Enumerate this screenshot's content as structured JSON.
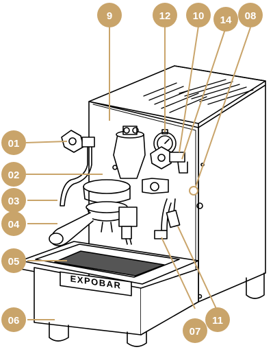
{
  "brand": {
    "logo_text": "EXPOBAR"
  },
  "callouts": [
    {
      "id": "01",
      "label": "01"
    },
    {
      "id": "02",
      "label": "02"
    },
    {
      "id": "03",
      "label": "03"
    },
    {
      "id": "04",
      "label": "04"
    },
    {
      "id": "05",
      "label": "05"
    },
    {
      "id": "06",
      "label": "06"
    },
    {
      "id": "07",
      "label": "07"
    },
    {
      "id": "08",
      "label": "08"
    },
    {
      "id": "09",
      "label": "9"
    },
    {
      "id": "10",
      "label": "10"
    },
    {
      "id": "11",
      "label": "11"
    },
    {
      "id": "12",
      "label": "12"
    },
    {
      "id": "14",
      "label": "14"
    }
  ],
  "colors": {
    "badge": "#C9A46A",
    "badge_text": "#ffffff",
    "line": "#000000",
    "leader": "#C9A46A"
  }
}
